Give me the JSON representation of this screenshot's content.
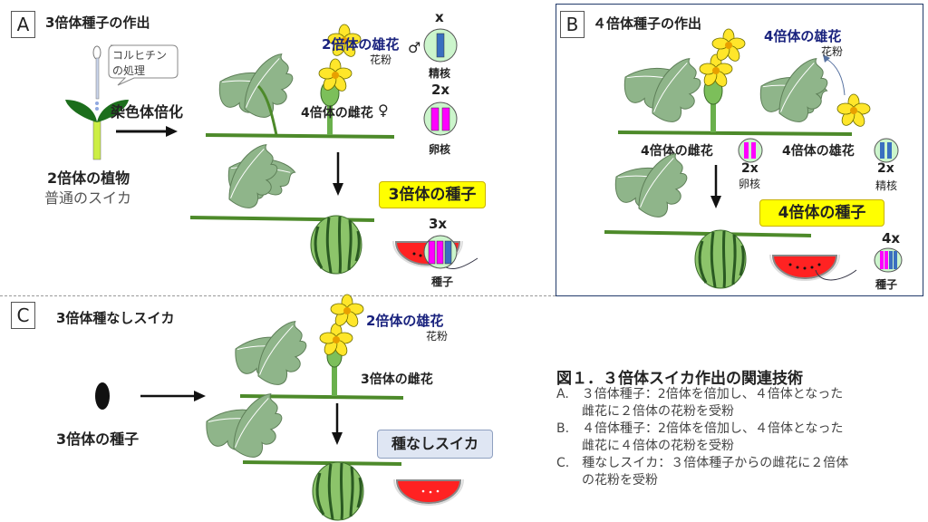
{
  "panel_a": {
    "label": "A",
    "title": "3倍体種子の作出",
    "bubble": [
      "コルヒチン",
      "の処理"
    ],
    "arrow_label": "染色体倍化",
    "plant_label": "2倍体の植物",
    "plant_sub": "普通のスイカ",
    "male_flower": "2倍体の雄花",
    "pollen": "花粉",
    "male_symbol": "♂",
    "female_flower": "4倍体の雌花",
    "female_symbol": "♀",
    "sperm_ploidy": "x",
    "sperm_label": "精核",
    "egg_ploidy": "2x",
    "egg_label": "卵核",
    "seed_box": "3倍体の種子",
    "seed_ploidy": "3x",
    "seed_label": "種子"
  },
  "panel_b": {
    "label": "B",
    "title": "４倍体種子の作出",
    "male_flower_top": "4倍体の雄花",
    "pollen": "花粉",
    "female_flower": "4倍体の雌花",
    "male_flower": "4倍体の雄花",
    "egg_ploidy": "2x",
    "egg_label": "卵核",
    "sperm_ploidy": "2x",
    "sperm_label": "精核",
    "seed_box": "4倍体の種子",
    "seed_ploidy": "4x",
    "seed_label": "種子"
  },
  "panel_c": {
    "label": "C",
    "title": "3倍体種なしスイカ",
    "male_flower": "2倍体の雄花",
    "pollen": "花粉",
    "female_flower": "3倍体の雌花",
    "seed_label": "3倍体の種子",
    "result_box": "種なしスイカ"
  },
  "caption": {
    "title": "図１．３倍体スイカ作出の関連技術",
    "lines": [
      "A.　３倍体種子：2倍体を倍加し、４倍体となった",
      "　　雌花に２倍体の花粉を受粉",
      "B.　４倍体種子：2倍体を倍加し、４倍体となった",
      "　　雌花に４倍体の花粉を受粉",
      "C.　種なしスイカ：３倍体種子からの雌花に２倍体",
      "　　の花粉を受粉"
    ]
  },
  "colors": {
    "magenta": "#ff00ff",
    "blue": "#3a6fc0",
    "nucleus_fill": "#ccf5cc",
    "yellow": "#ffff00",
    "stem": "#4d8a2a"
  }
}
